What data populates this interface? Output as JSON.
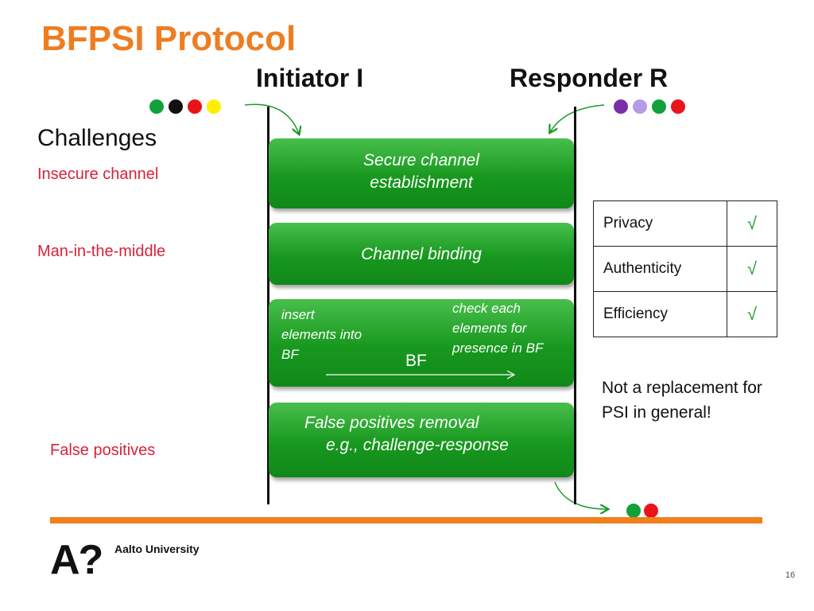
{
  "title": "BFPSI Protocol",
  "initiator_label": "Initiator I",
  "responder_label": "Responder R",
  "initiator_dots": [
    "#12a03b",
    "#111111",
    "#e8141a",
    "#ffee00"
  ],
  "responder_dots": [
    "#7a2fa8",
    "#b59ae6",
    "#12a03b",
    "#e8141a"
  ],
  "result_dots": [
    "#12a03b",
    "#e8141a"
  ],
  "challenges": {
    "heading": "Challenges",
    "insecure_channel": "Insecure channel",
    "mitm": "Man-in-the-middle",
    "false_positives": "False positives"
  },
  "steps": {
    "secure_channel_line1": "Secure channel",
    "secure_channel_line2": "establishment",
    "channel_binding": "Channel binding",
    "insert_line1": "insert",
    "insert_line2": "elements into",
    "insert_line3": "BF",
    "check_line1": "check each",
    "check_line2": "elements for",
    "check_line3": "presence in BF",
    "bf_label": "BF",
    "fp_line1": "False positives removal",
    "fp_line2": "e.g., challenge-response"
  },
  "properties": [
    {
      "label": "Privacy",
      "check": "√"
    },
    {
      "label": "Authenticity",
      "check": "√"
    },
    {
      "label": "Efficiency",
      "check": "√"
    }
  ],
  "note_line1": "Not a replacement for",
  "note_line2": "PSI in general!",
  "university": "Aalto University",
  "logo_mark": "A?",
  "page_number": "16"
}
